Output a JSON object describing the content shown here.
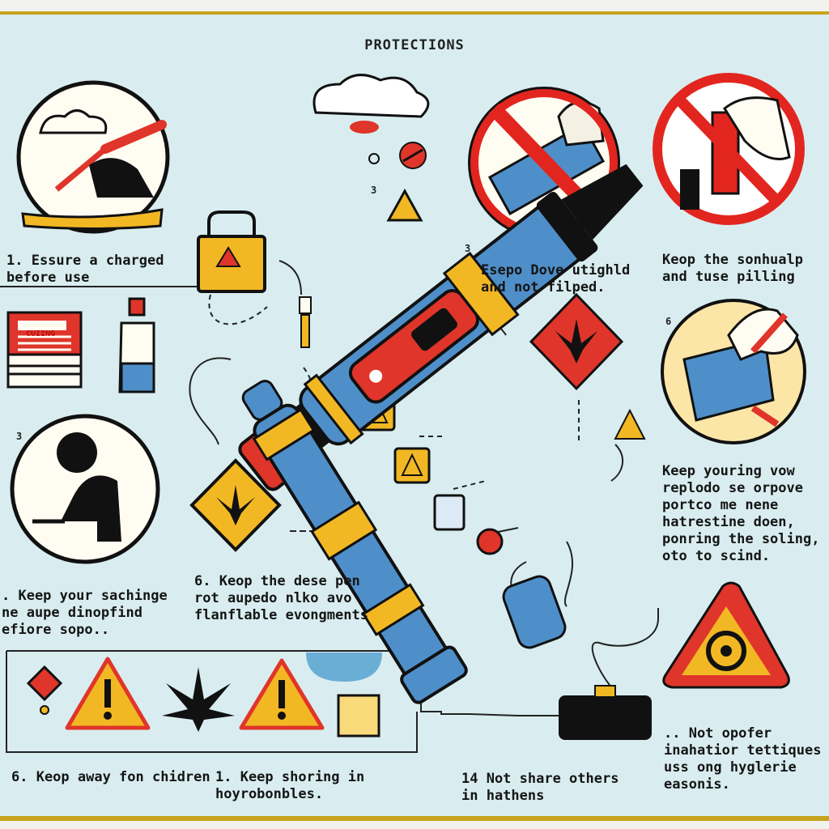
{
  "title": "PROTECTIONS",
  "label_box_text": "CUIING",
  "markers": {
    "m1": "3",
    "m2": "3",
    "m3": "3",
    "m4": "6"
  },
  "captions": {
    "c1": "1. Essure a charged\nbefore use",
    "c2": "Esepo Dove utighld\nand not filped.",
    "c3": "Keop the sonhualp\nand tuse pilling",
    "c4": "Keep youring vow\nreplodo se orpove\nportco me nene\nhatrestine doen,\nponring the soling,\noto to scind.",
    "c5": ". Keep your sachinge\nne aupe dinopfind\nefiore sopo..",
    "c6": "6. Keop the dese pen\nrot aupedo nlko avo\nflanflable evongments",
    "c7": "6. Keop away fon chidren",
    "c8": "1. Keep shoring in\nhoyrobonbles.",
    "c9": "14 Not share others\nin hathens",
    "c10": ".. Not opofer\ninahatior tettiques\nuss ong hyglerie\neasonis."
  },
  "colors": {
    "background": "#d9edf0",
    "border_gold": "#c8a41c",
    "pen_blue": "#4f8fc9",
    "pen_red": "#e0352a",
    "warning_yellow": "#f2b824",
    "prohibit_red": "#e2261f",
    "outline": "#111111"
  }
}
